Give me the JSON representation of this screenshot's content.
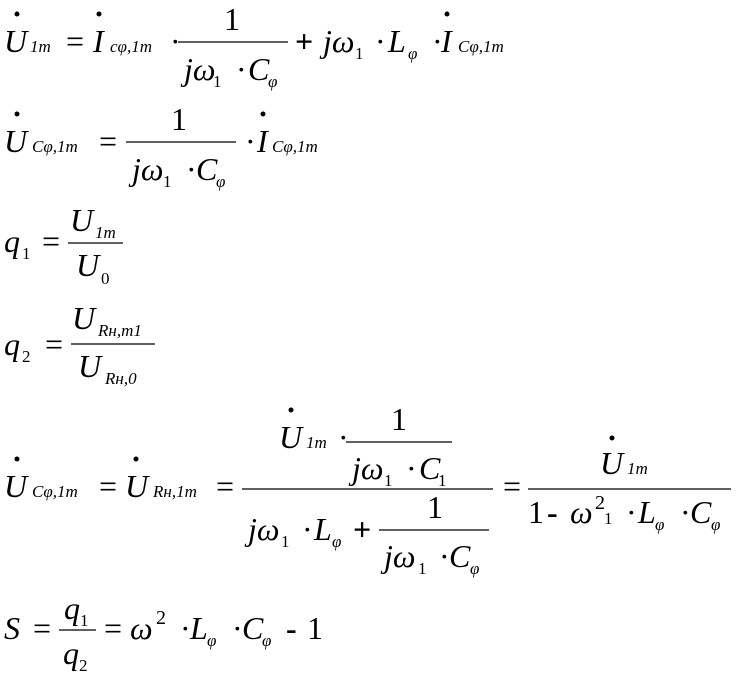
{
  "document": {
    "type": "formula-set",
    "equations": [
      {
        "id": "eq1",
        "lhs_symbol": "U",
        "lhs_sub": "1m",
        "equals": "=",
        "factor_symbol": "I",
        "factor_sub": "cφ,1m",
        "dot": "·",
        "num_1": "1",
        "den_jw": "jω",
        "den_jw_sub": "1",
        "den_dot": "·",
        "den_C": "C",
        "den_C_sub": "φ",
        "plus": "+",
        "jw2": "jω",
        "jw2_sub": "1",
        "dot2": "·",
        "L": "L",
        "L_sub": "φ",
        "dot3": "·",
        "I2": "I",
        "I2_sub": "Cφ,1m"
      },
      {
        "id": "eq2",
        "lhs_symbol": "U",
        "lhs_sub": "Cφ,1m",
        "equals": "=",
        "num_1": "1",
        "den_jw": "jω",
        "den_jw_sub": "1",
        "den_dot": "·",
        "den_C": "C",
        "den_C_sub": "φ",
        "dot": "·",
        "I": "I",
        "I_sub": "Cφ,1m"
      },
      {
        "id": "eq3",
        "lhs_symbol": "q",
        "lhs_sub": "1",
        "equals": "=",
        "num_symbol": "U",
        "num_sub": "1m",
        "den_symbol": "U",
        "den_sub": "0"
      },
      {
        "id": "eq4",
        "lhs_symbol": "q",
        "lhs_sub": "2",
        "equals": "=",
        "num_symbol": "U",
        "num_sub": "Rн,m1",
        "den_symbol": "U",
        "den_sub": "Rн,0"
      },
      {
        "id": "eq5",
        "lhs_symbol": "U",
        "lhs_sub": "Cφ,1m",
        "equals1": "=",
        "mid_symbol": "U",
        "mid_sub": "Rн,1m",
        "equals2": "=",
        "top_U": "U",
        "top_U_sub": "1m",
        "top_dot": "·",
        "top_frac_num": "1",
        "top_frac_jw": "jω",
        "top_frac_jw_sub": "1",
        "top_frac_dot": "·",
        "top_frac_C": "C",
        "top_frac_C_sub": "1",
        "bot_jw": "jω",
        "bot_jw_sub": "1",
        "bot_dot": "·",
        "bot_L": "L",
        "bot_L_sub": "φ",
        "bot_plus": "+",
        "bot_frac_num": "1",
        "bot_frac_jw": "jω",
        "bot_frac_jw_sub": "1",
        "bot_frac_dot": "·",
        "bot_frac_C": "C",
        "bot_frac_C_sub": "φ",
        "equals3": "=",
        "right_num_U": "U",
        "right_num_sub": "1m",
        "right_den_1": "1",
        "right_den_minus": "-",
        "right_den_omega": "ω",
        "right_den_sup": "2",
        "right_den_sub": "1",
        "right_den_dot": "·",
        "right_den_L": "L",
        "right_den_L_sub": "φ",
        "right_den_dot2": "·",
        "right_den_C": "C",
        "right_den_C_sub": "φ"
      },
      {
        "id": "eq6",
        "lhs_symbol": "S",
        "equals1": "=",
        "num_q": "q",
        "num_sub": "1",
        "den_q": "q",
        "den_sub": "2",
        "equals2": "=",
        "omega": "ω",
        "omega_sup": "2",
        "dot1": "·",
        "L": "L",
        "L_sub": "φ",
        "dot2": "·",
        "C": "C",
        "C_sub": "φ",
        "minus": "-",
        "one": "1"
      }
    ]
  }
}
